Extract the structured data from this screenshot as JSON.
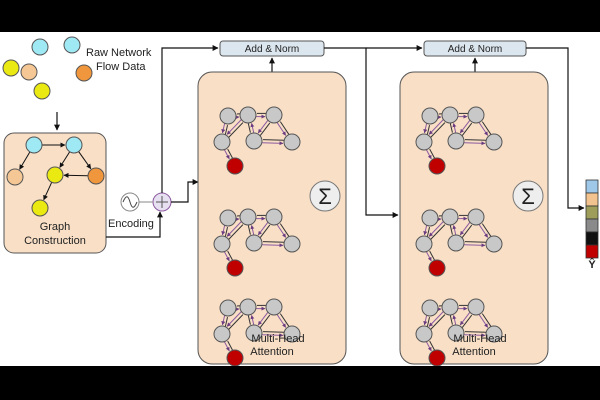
{
  "labels": {
    "raw_flow_line1": "Raw Network",
    "raw_flow_line2": "Flow Data",
    "graph_construction_line1": "Graph",
    "graph_construction_line2": "Construction",
    "encoding": "Encoding",
    "add_norm_1": "Add & Norm",
    "add_norm_2": "Add & Norm",
    "mha_1_line1": "Multi-Head",
    "mha_1_line2": "Attention",
    "mha_2_line1": "Multi-Head",
    "mha_2_line2": "Attention",
    "sigma_1": "Σ",
    "sigma_2": "Σ",
    "output_label": "Ŷ"
  },
  "colors": {
    "panel_fill": "#f8dfc6",
    "panel_stroke": "#555555",
    "node_grey": "#c8c8c8",
    "node_red": "#c00000",
    "node_cyan": "#9fe9f5",
    "node_yellow": "#eaea12",
    "node_orange": "#f0963c",
    "node_peach": "#f5c795",
    "edge_purple": "#8c5aa0",
    "add_norm_fill": "#dce6ee"
  },
  "output_vector_colors": [
    "#9fc8e8",
    "#f2c38e",
    "#9e9e5a",
    "#8a8a8a",
    "#111111",
    "#c00000"
  ],
  "raw_flow_nodes": [
    "cyan",
    "cyan",
    "peach",
    "orange",
    "yellow",
    "yellow"
  ]
}
